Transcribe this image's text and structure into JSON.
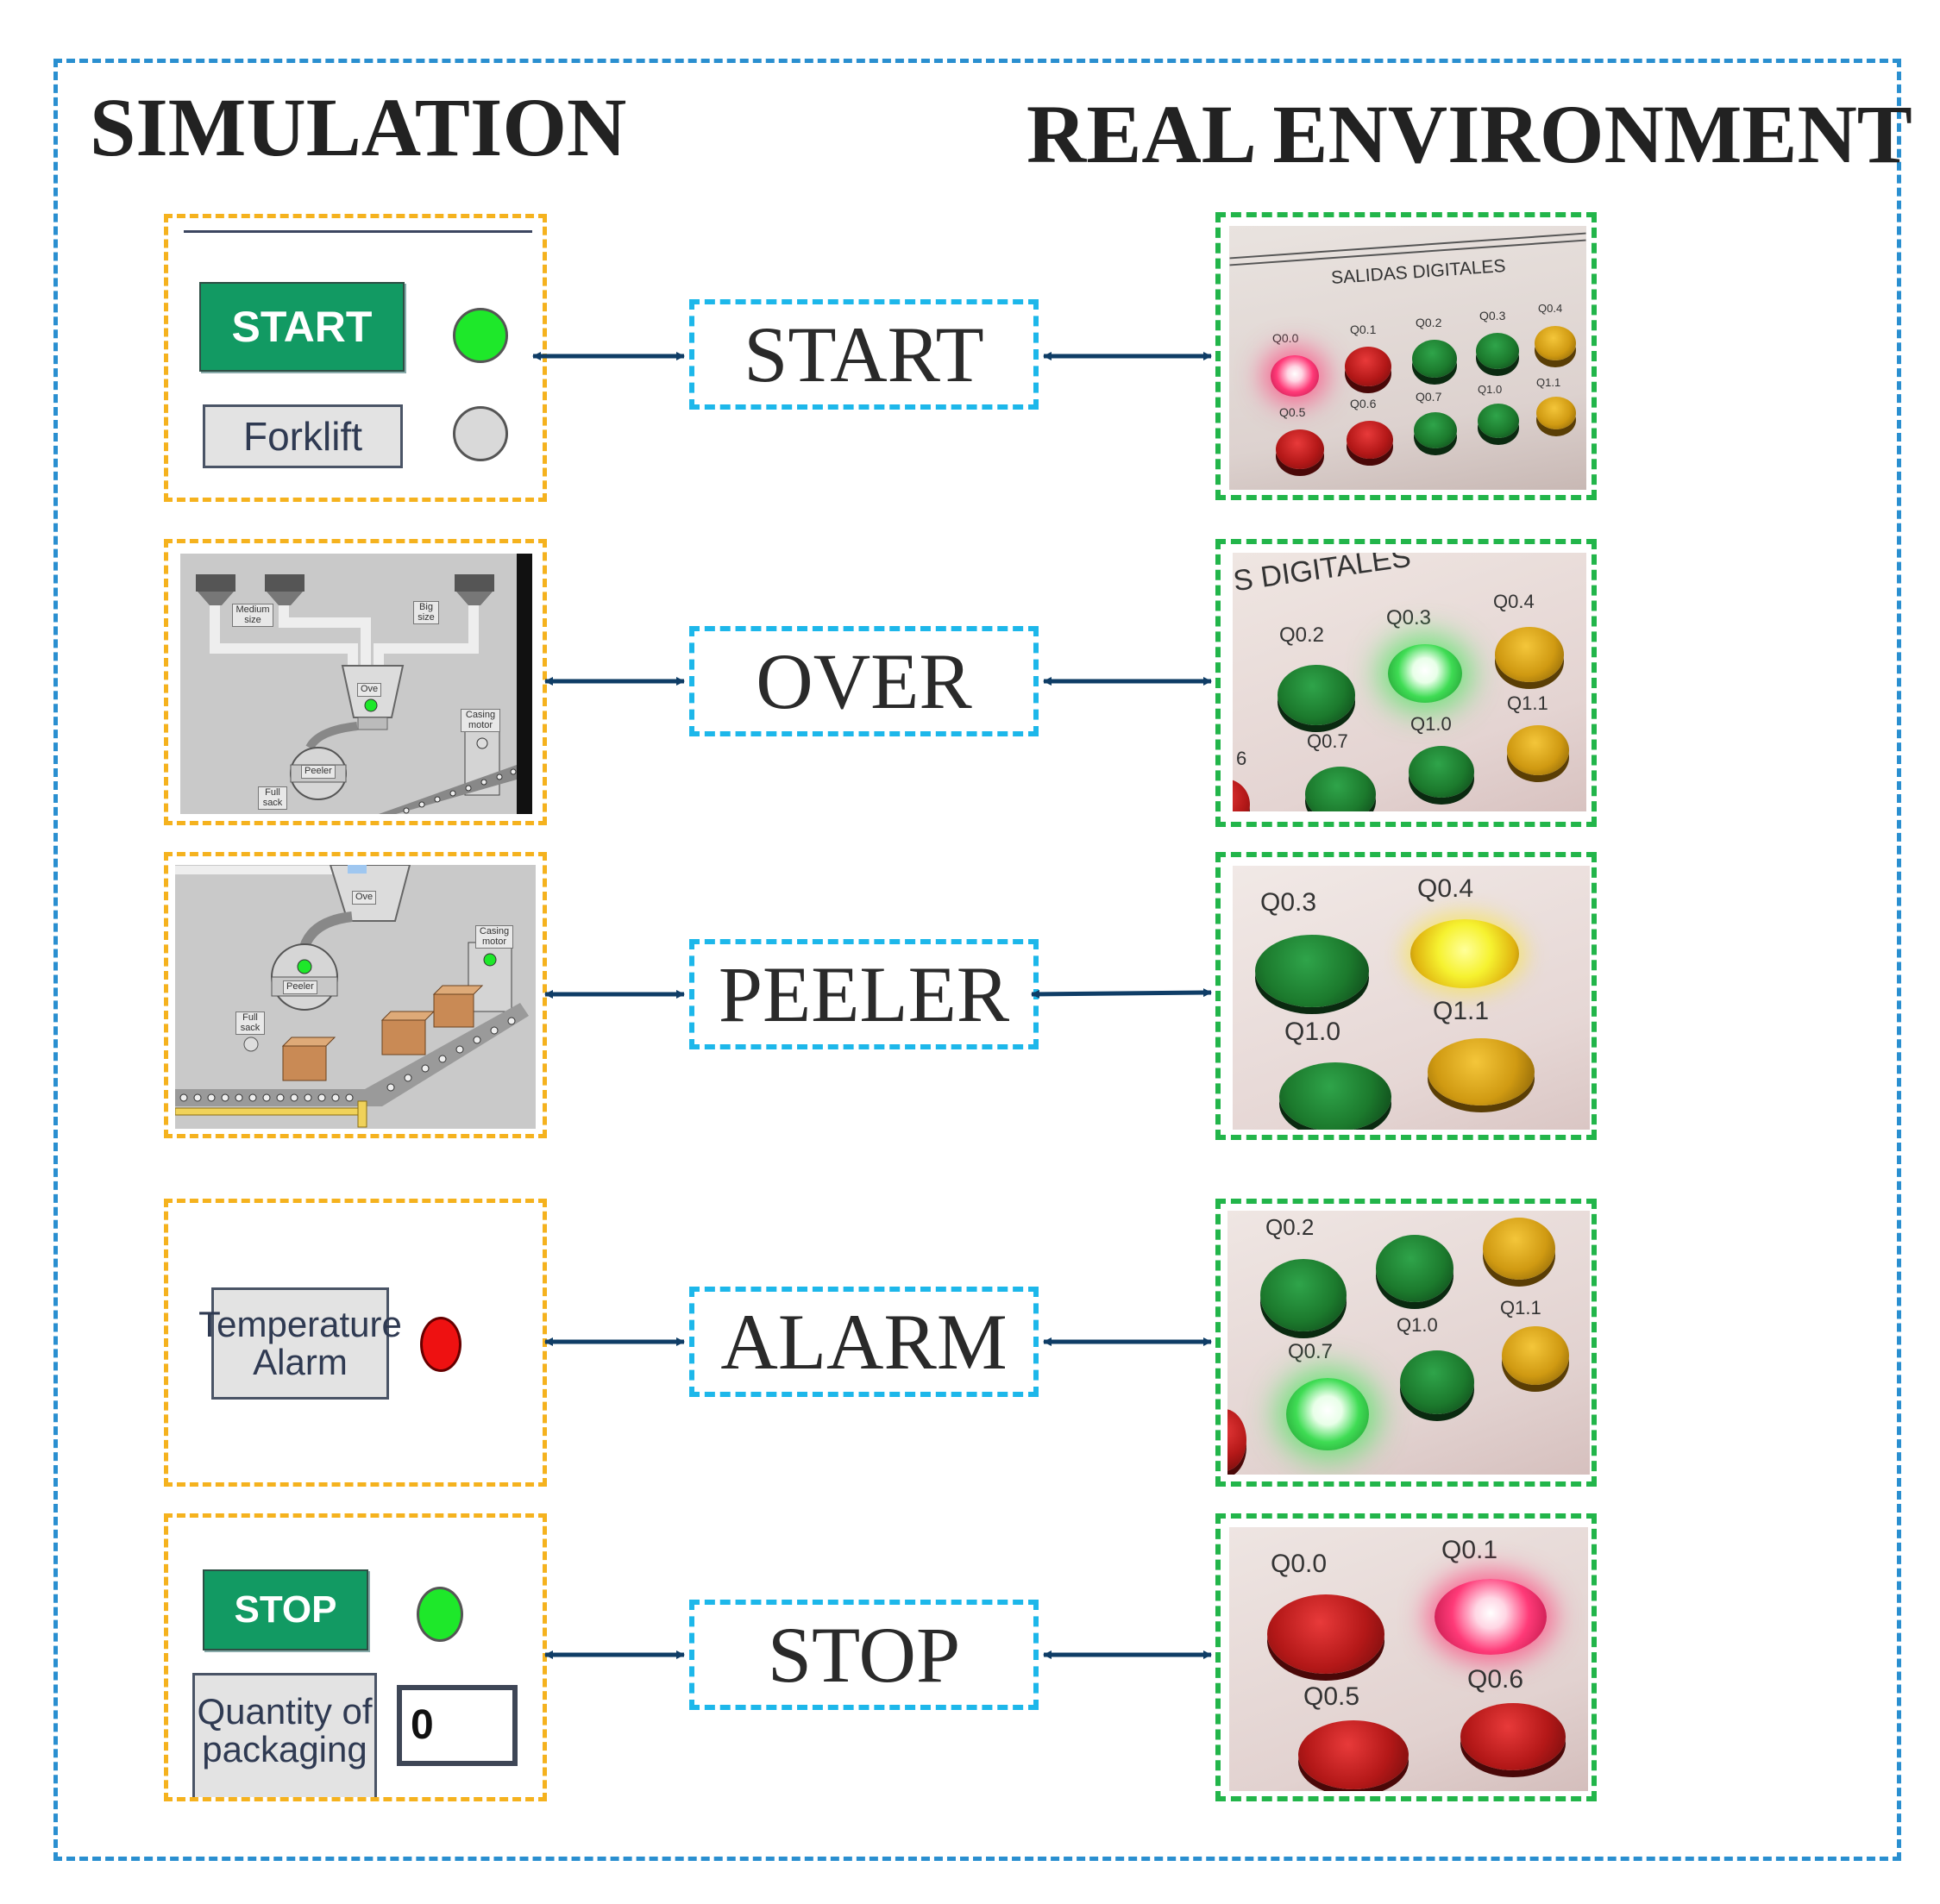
{
  "headings": {
    "simulation": "SIMULATION",
    "real_environment": "REAL ENVIRONMENT"
  },
  "signals": [
    {
      "label": "START"
    },
    {
      "label": "OVER"
    },
    {
      "label": "PEELER"
    },
    {
      "label": "ALARM"
    },
    {
      "label": "STOP"
    }
  ],
  "sim": {
    "start_button": "START",
    "forklift_button": "Forklift",
    "temperature_alarm_button": "Temperature Alarm",
    "stop_button": "STOP",
    "quantity_label": "Quantity of packaging",
    "quantity_value": "0",
    "scene_labels": {
      "medium_size": "Medium size",
      "big_size": "Big size",
      "oven": "Ove",
      "casing_motor": "Casing motor",
      "peeler": "Peeler",
      "full_sack": "Full sack"
    }
  },
  "panel": {
    "title": "SALIDAS DIGITALES",
    "title_partial": "S DIGITALES",
    "q00": "Q0.0",
    "q01": "Q0.1",
    "q02": "Q0.2",
    "q03": "Q0.3",
    "q04": "Q0.4",
    "q05": "Q0.5",
    "q06": "Q0.6",
    "q07": "Q0.7",
    "q10": "Q1.0",
    "q11": "Q1.1",
    "q06_partial": "6"
  },
  "colors": {
    "outer_border": "#2a8fd0",
    "sim_border": "#f5b21e",
    "real_border": "#22b54a",
    "signal_border": "#1db7ea",
    "arrow": "#0f3d66",
    "hmi_green": "#129a63",
    "lamp_green": "#1ee82a",
    "lamp_grey": "#d9d9d9",
    "lamp_red": "#ee1111"
  }
}
